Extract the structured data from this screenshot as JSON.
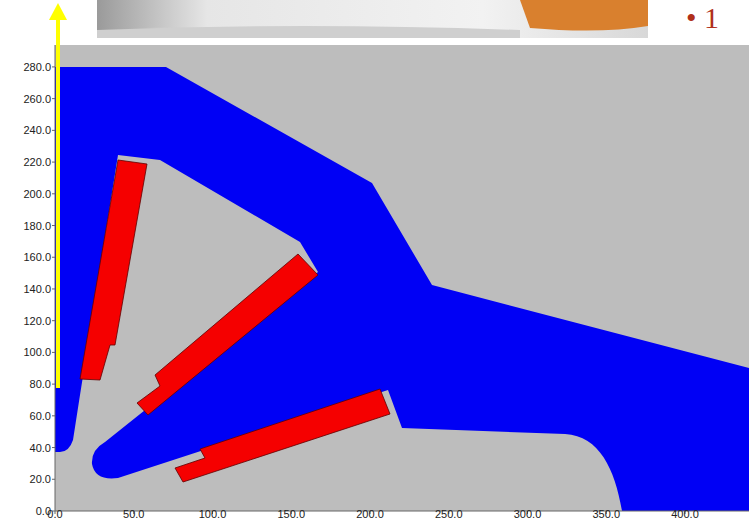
{
  "diagram": {
    "labels": [
      "• 1",
      "280.0",
      "260.0",
      "240.0",
      "220.0",
      "200.0",
      "180.0",
      "160.0",
      "140.0",
      "120.0",
      "100.0",
      "80.0",
      "60.0",
      "40.0",
      "20.0",
      "0.0",
      "0.0",
      "50.0",
      "100.0",
      "150.0",
      "200.0",
      "250.0",
      "300.0",
      "350.0",
      "400.0"
    ]
  }
}
